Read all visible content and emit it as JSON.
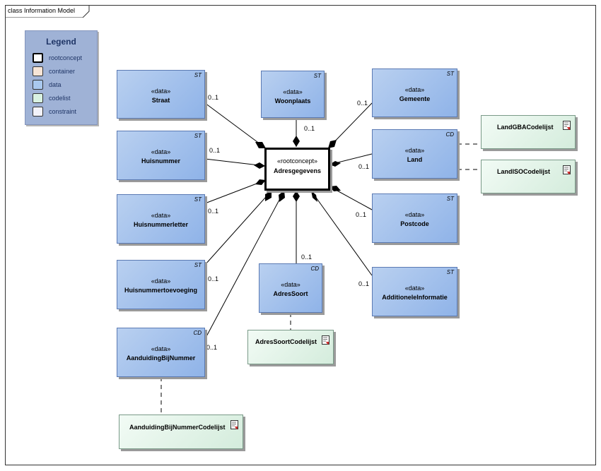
{
  "frame": {
    "label": "class Information Model"
  },
  "legend": {
    "title": "Legend",
    "items": [
      {
        "label": "rootconcept",
        "color": "#ffffff"
      },
      {
        "label": "container",
        "color": "#f7e4d6"
      },
      {
        "label": "data",
        "color": "#a9c8ee"
      },
      {
        "label": "codelist",
        "color": "#d9f2e2"
      },
      {
        "label": "constraint",
        "color": "#f2f2fa"
      }
    ]
  },
  "root": {
    "stereotype": "«rootconcept»",
    "name": "Adresgegevens"
  },
  "classes": [
    {
      "stereotype": "«data»",
      "name": "Straat",
      "tag": "ST",
      "multiplicity": "0..1"
    },
    {
      "stereotype": "«data»",
      "name": "Woonplaats",
      "tag": "ST",
      "multiplicity": "0..1"
    },
    {
      "stereotype": "«data»",
      "name": "Gemeente",
      "tag": "ST",
      "multiplicity": "0..1"
    },
    {
      "stereotype": "«data»",
      "name": "Huisnummer",
      "tag": "ST",
      "multiplicity": "0..1"
    },
    {
      "stereotype": "«data»",
      "name": "Land",
      "tag": "CD",
      "multiplicity": "0..1"
    },
    {
      "stereotype": "«data»",
      "name": "Huisnummerletter",
      "tag": "ST",
      "multiplicity": "0..1"
    },
    {
      "stereotype": "«data»",
      "name": "Postcode",
      "tag": "ST",
      "multiplicity": "0..1"
    },
    {
      "stereotype": "«data»",
      "name": "Huisnummertoevoeging",
      "tag": "ST",
      "multiplicity": "0..1"
    },
    {
      "stereotype": "«data»",
      "name": "AdresSoort",
      "tag": "CD",
      "multiplicity": "0..1"
    },
    {
      "stereotype": "«data»",
      "name": "AdditioneleInformatie",
      "tag": "ST",
      "multiplicity": "0..1"
    },
    {
      "stereotype": "«data»",
      "name": "AanduidingBijNummer",
      "tag": "CD",
      "multiplicity": "0..1"
    }
  ],
  "codelists": [
    {
      "name": "LandGBACodelijst"
    },
    {
      "name": "LandISOCodelijst"
    },
    {
      "name": "AdresSoortCodelijst"
    },
    {
      "name": "AanduidingBijNummerCodelijst"
    }
  ]
}
